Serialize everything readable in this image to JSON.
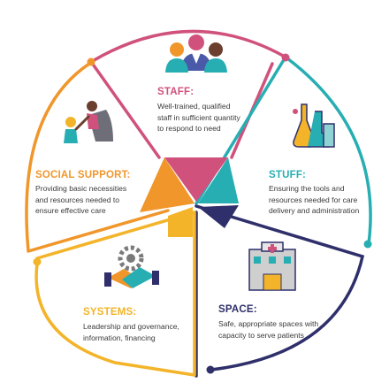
{
  "colors": {
    "staff": "#d0527c",
    "stuff": "#27aeb3",
    "space": "#2f2f6b",
    "systems": "#f3b42a",
    "social_support": "#f0962b",
    "ink": "#3a3a3a"
  },
  "segments": {
    "staff": {
      "title": "STAFF:",
      "desc": "Well-trained, qualified\nstaff in sufficient quantity\nto respond to need",
      "icon": "medical-staff-icon"
    },
    "stuff": {
      "title": "STUFF:",
      "desc": "Ensuring the tools and\nresources needed for care\ndelivery and administration",
      "icon": "lab-flasks-icon"
    },
    "space": {
      "title": "SPACE:",
      "desc": "Safe, appropriate spaces with\ncapacity to serve patients",
      "icon": "hospital-building-icon"
    },
    "systems": {
      "title": "SYSTEMS:",
      "desc": "Leadership and governance,\ninformation, financing",
      "icon": "handshake-gear-icon"
    },
    "social_support": {
      "title": "SOCIAL SUPPORT:",
      "desc": "Providing basic necessities\nand resources needed to\nensure effective care",
      "icon": "helping-hand-climb-icon"
    }
  }
}
